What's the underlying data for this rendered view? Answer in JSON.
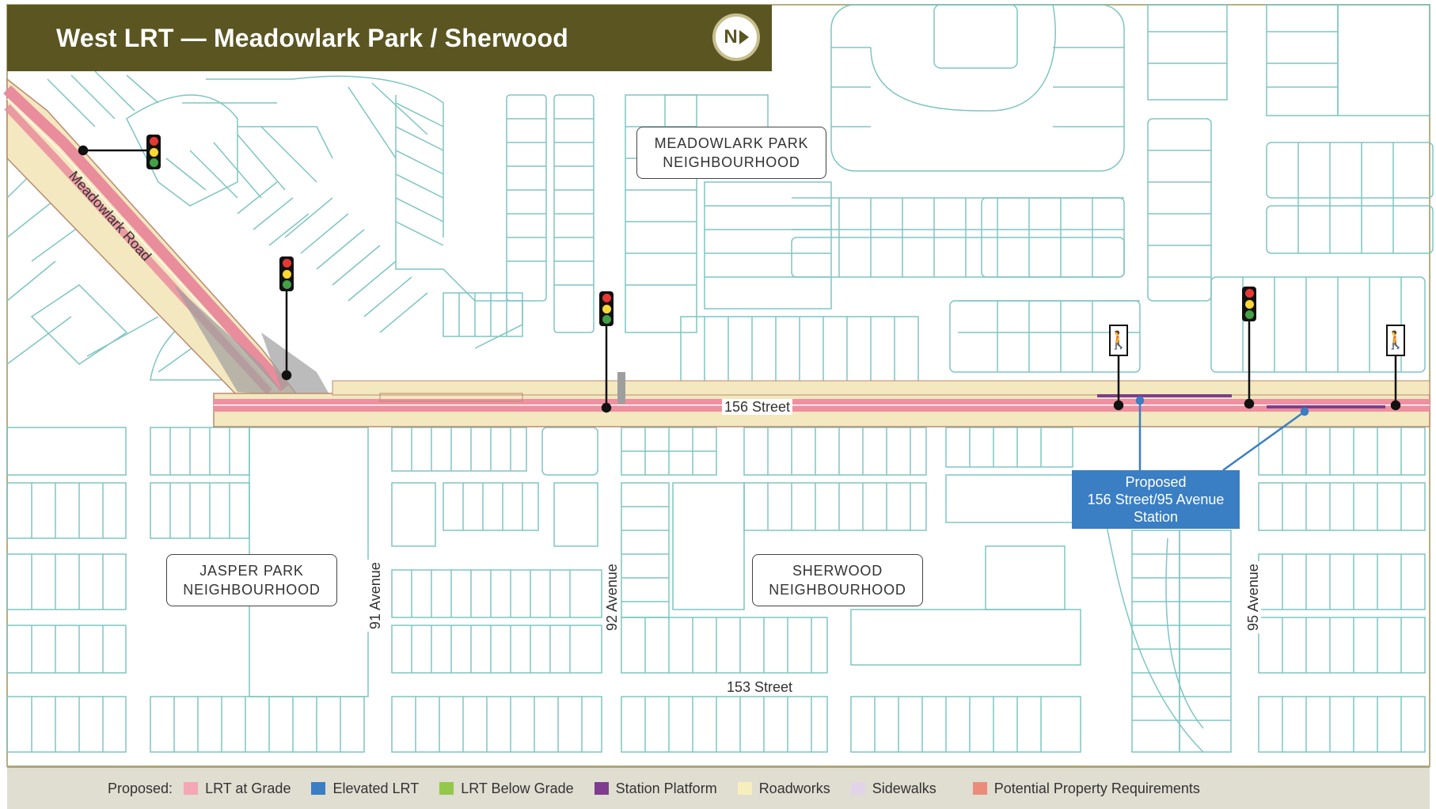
{
  "title": "West LRT — Meadowlark Park / Sherwood",
  "north_label": "N",
  "neighbourhoods": {
    "meadowlark": [
      "MEADOWLARK PARK",
      "NEIGHBOURHOOD"
    ],
    "jasper": [
      "JASPER PARK",
      "NEIGHBOURHOOD"
    ],
    "sherwood": [
      "SHERWOOD",
      "NEIGHBOURHOOD"
    ]
  },
  "streets": {
    "meadowlark_road": "Meadowlark Road",
    "s156": "156 Street",
    "s153": "153 Street",
    "a91": "91 Avenue",
    "a92": "92 Avenue",
    "a95": "95 Avenue"
  },
  "station": [
    "Proposed",
    "156 Street/95 Avenue",
    "Station"
  ],
  "legend": {
    "prefix": "Proposed:",
    "items": [
      {
        "label": "LRT at Grade",
        "color": "#f4a7b4"
      },
      {
        "label": "Elevated LRT",
        "color": "#3a7ec4"
      },
      {
        "label": "LRT Below Grade",
        "color": "#94c84a"
      },
      {
        "label": "Station Platform",
        "color": "#7e3d8f"
      },
      {
        "label": "Roadworks",
        "color": "#f7eebd"
      },
      {
        "label": "Sidewalks",
        "color": "#e3d3ea"
      },
      {
        "label": "Potential Property Requirements",
        "color": "#ea8c79"
      }
    ]
  },
  "colors": {
    "title_bar": "#5b5521",
    "lot_lines": "#7ec5c3",
    "lrt": "#f08a9a",
    "roadworks": "#f3e8bf",
    "station": "#3a7ec4"
  },
  "icons": {
    "traffic_signal": "traffic-signal-icon",
    "pedestrian_signal": "pedestrian-crossing-icon"
  }
}
